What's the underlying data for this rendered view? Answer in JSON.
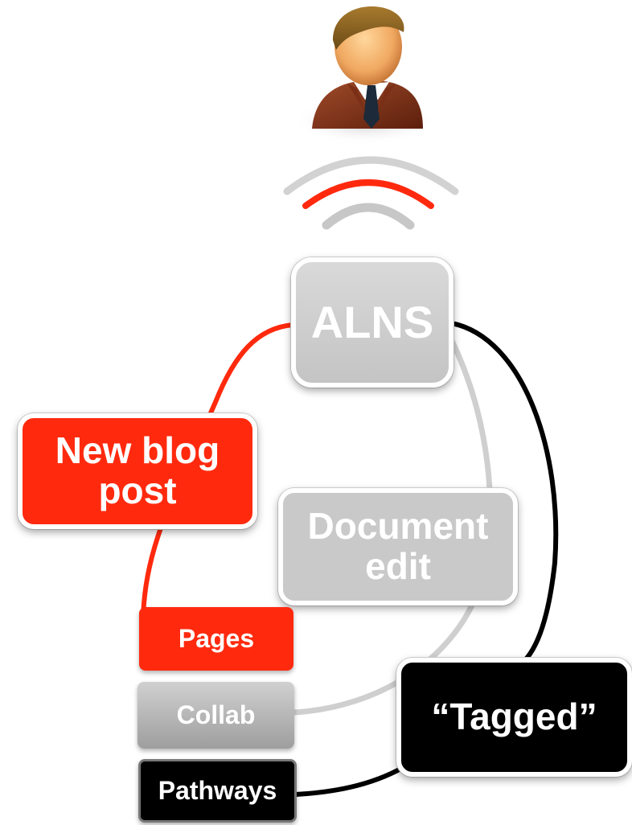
{
  "nodes": {
    "alns": "ALNS",
    "blog_post": "New blog post",
    "document_edit": "Document edit",
    "tagged": "“Tagged”",
    "pages": "Pages",
    "collab": "Collab",
    "pathways": "Pathways"
  },
  "icons": {
    "user": "user-avatar-icon",
    "signal": "wireless-signal-icon"
  },
  "colors": {
    "red": "#ff2a0e",
    "gray": "#c9c9c9",
    "black": "#000000"
  }
}
